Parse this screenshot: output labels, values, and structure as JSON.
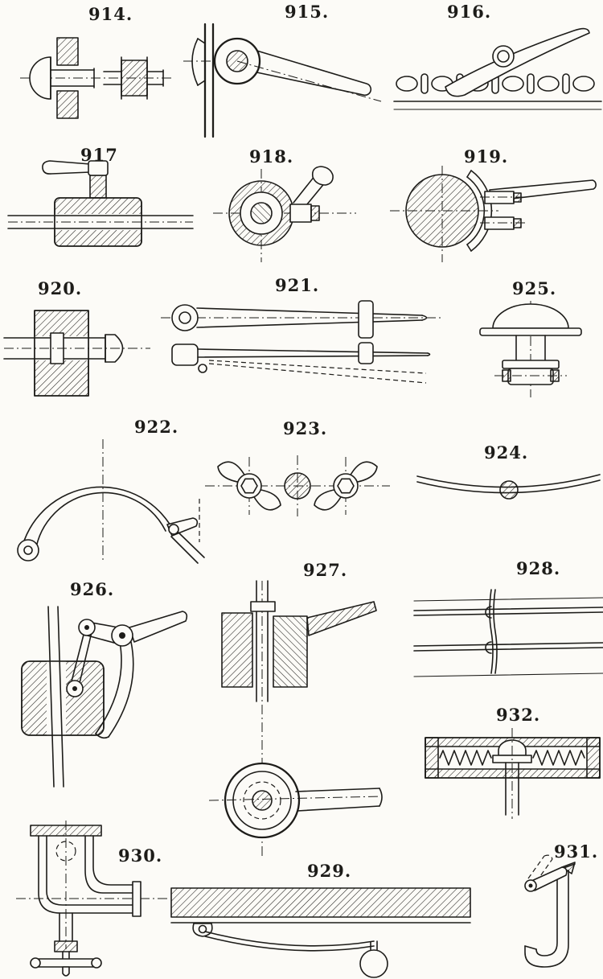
{
  "colors": {
    "ink": "#1d1c19",
    "paper": "#fcfbf7"
  },
  "figures": [
    {
      "label": "914.",
      "alt": "sectioned bolt head through two plates with separate nut"
    },
    {
      "label": "915.",
      "alt": "hand lever with hub mounted beside a vertical bar"
    },
    {
      "label": "916.",
      "alt": "chain with detachable hooked pawl link"
    },
    {
      "label": "917",
      "alt": "thumb-lever screw clamp gripping a horizontal rod"
    },
    {
      "label": "918.",
      "alt": "split hub with clamp bolt and hand lever"
    },
    {
      "label": "919.",
      "alt": "split collar around shaft with two bolts and lever"
    },
    {
      "label": "920.",
      "alt": "knobbed rod passing through sectioned block"
    },
    {
      "label": "921.",
      "alt": "tapered lever with retaining clip, two views"
    },
    {
      "label": "925.",
      "alt": "cup-head fastener with flanged foot"
    },
    {
      "label": "922.",
      "alt": "bail handle with eye and latching end"
    },
    {
      "label": "923.",
      "alt": "pair of wing nuts on shaft, end view"
    },
    {
      "label": "924.",
      "alt": "ball on slack curved wire"
    },
    {
      "label": "926.",
      "alt": "toggle link clamp acting on vertical rod"
    },
    {
      "label": "927.",
      "alt": "packing gland on rod with eye lever below"
    },
    {
      "label": "928.",
      "alt": "hooked tie rod across two horizontal bars"
    },
    {
      "label": "932.",
      "alt": "spring-loaded plunger inside sectioned bar"
    },
    {
      "label": "930.",
      "alt": "pipe elbow with clamp screw and tee handle"
    },
    {
      "label": "929.",
      "alt": "sectioned bar with hanging ball pull"
    },
    {
      "label": "931.",
      "alt": "hook with pivoted latch shown open in dashes"
    }
  ]
}
